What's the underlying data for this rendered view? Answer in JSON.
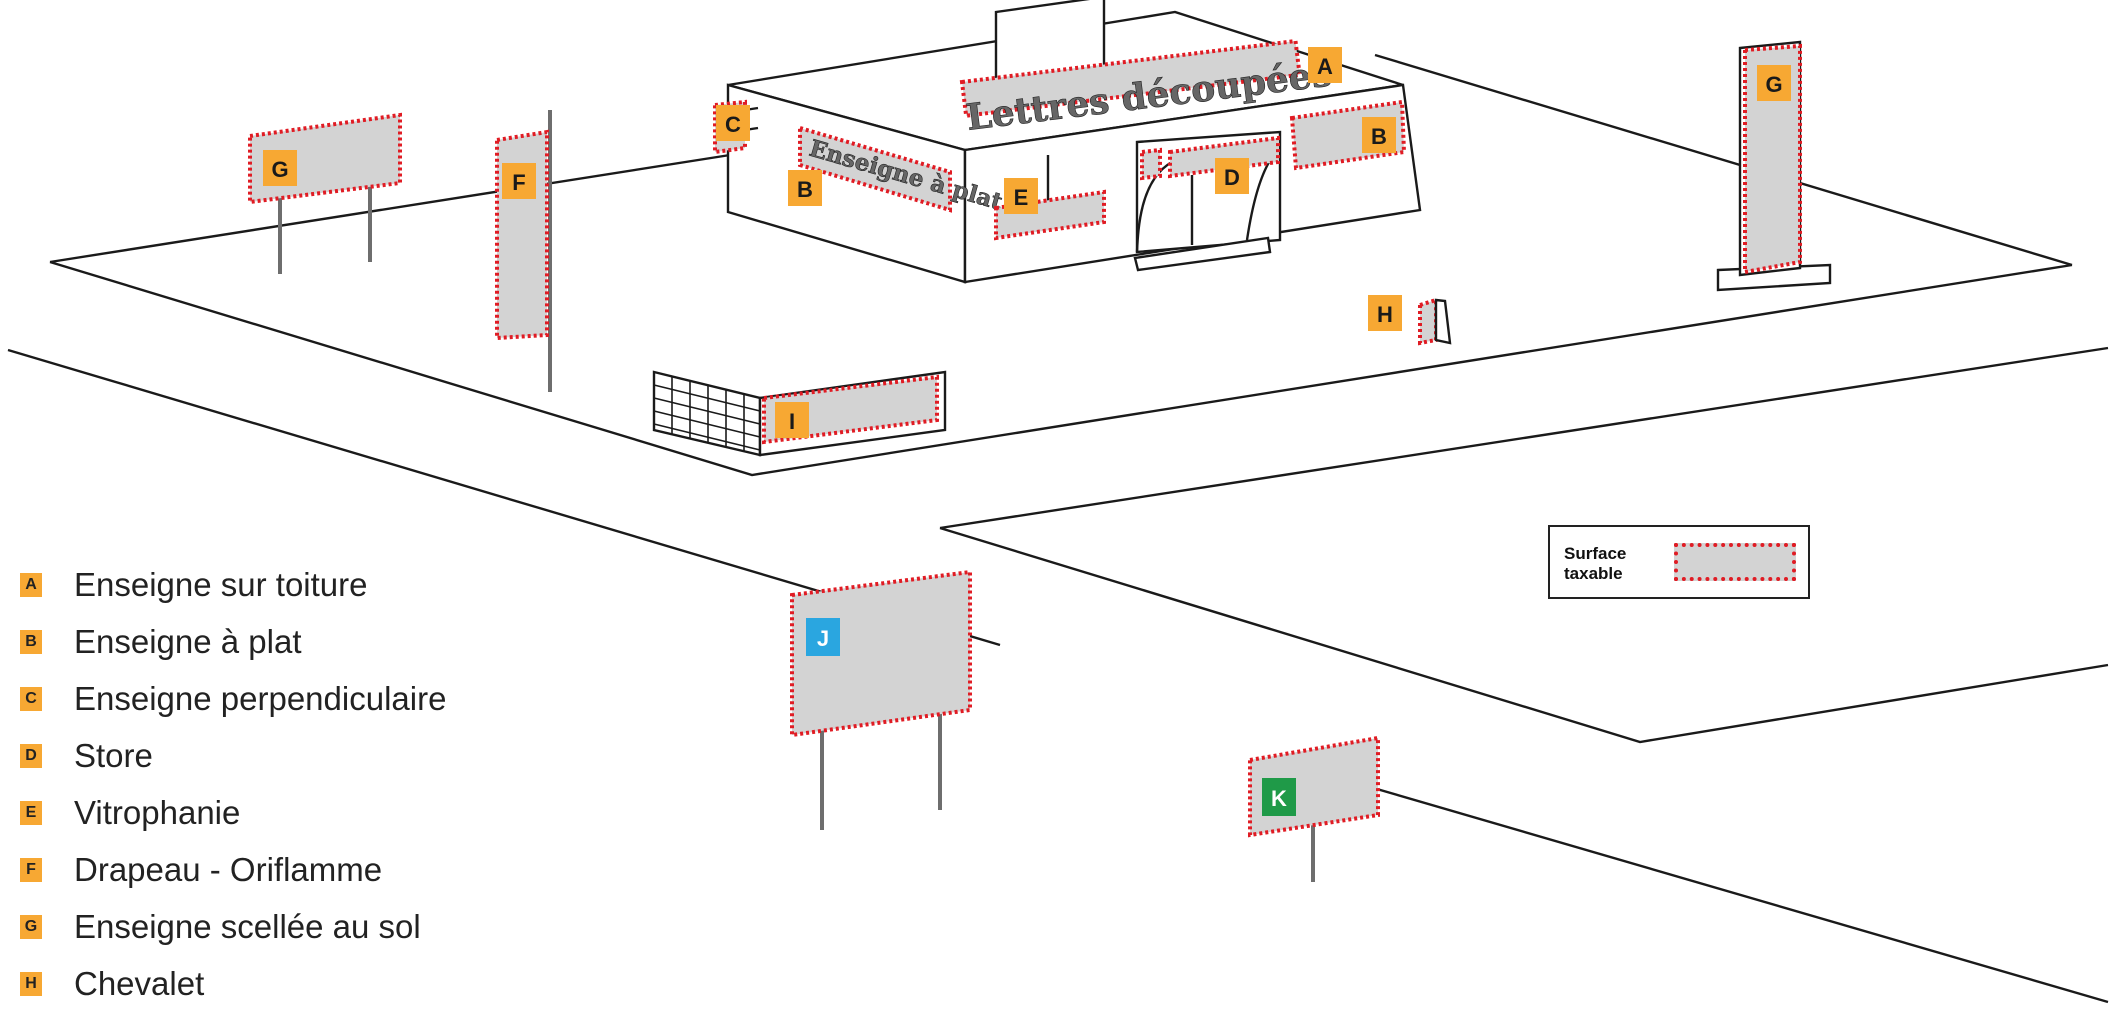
{
  "colors": {
    "badge_orange": "#f7a833",
    "badge_blue": "#2aa6e0",
    "badge_green": "#1f9a48",
    "taxable_fill": "#d3d3d3",
    "taxable_border": "#e01c24"
  },
  "scene": {
    "rooftop_letters": "Lettres découpées",
    "wall_sign_text": "Enseigne à plat",
    "badges": {
      "A": "A",
      "B": "B",
      "C": "C",
      "D": "D",
      "E": "E",
      "F": "F",
      "G": "G",
      "H": "H",
      "I": "I",
      "J": "J",
      "K": "K"
    }
  },
  "legend": [
    {
      "letter": "A",
      "label": "Enseigne sur toiture"
    },
    {
      "letter": "B",
      "label": "Enseigne à plat"
    },
    {
      "letter": "C",
      "label": "Enseigne perpendiculaire"
    },
    {
      "letter": "D",
      "label": "Store"
    },
    {
      "letter": "E",
      "label": "Vitrophanie"
    },
    {
      "letter": "F",
      "label": "Drapeau - Oriflamme"
    },
    {
      "letter": "G",
      "label": "Enseigne scellée au sol"
    },
    {
      "letter": "H",
      "label": "Chevalet"
    }
  ],
  "key": {
    "label": "Surface taxable"
  }
}
